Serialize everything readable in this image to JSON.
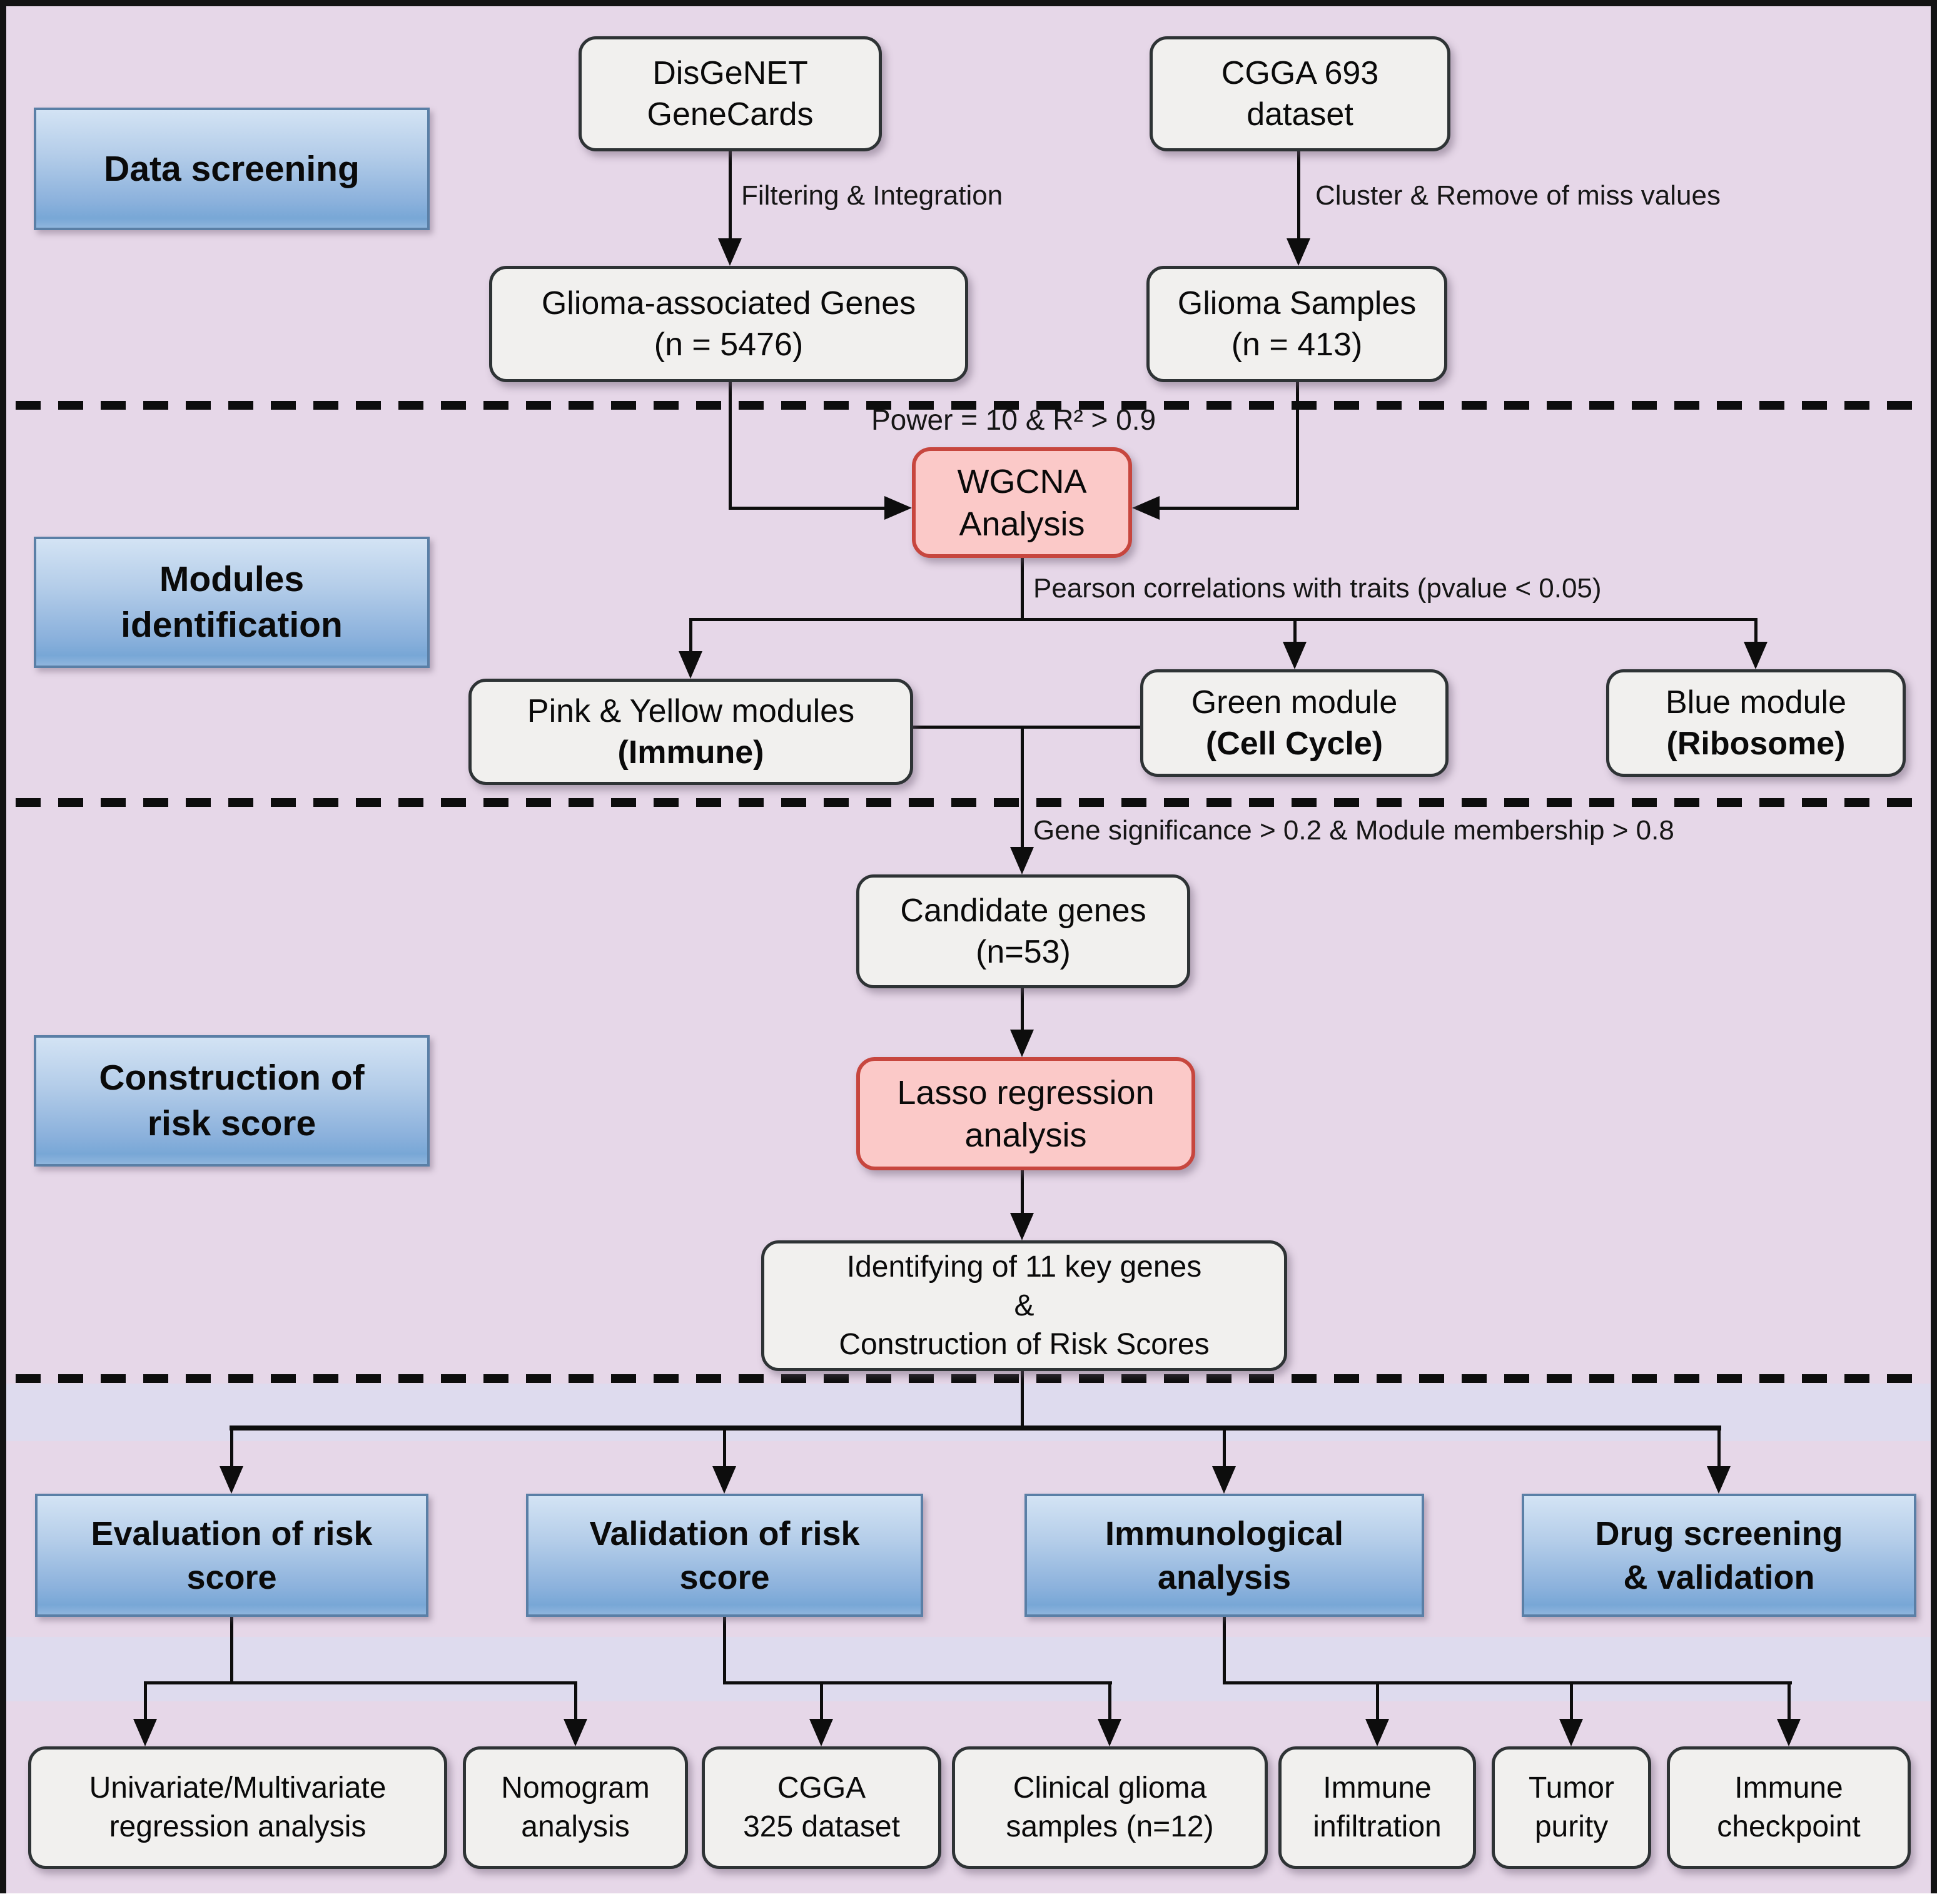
{
  "colors": {
    "background": "#e6d7e8",
    "band": "#dedbee",
    "blue_box_top": "#d3e3f4",
    "blue_box_bottom": "#78a7d6",
    "blue_box_border": "#5a7fa6",
    "gray_box_fill": "#f1f0ee",
    "gray_box_border": "#2e3335",
    "pink_box_fill": "#fbc9c8",
    "pink_box_border": "#c7463e",
    "line": "#0d0d0d"
  },
  "section_labels": {
    "data_screening": "Data screening",
    "modules_identification": "Modules\nidentification",
    "construction_risk": "Construction of\nrisk score"
  },
  "nodes": {
    "disgenet": "DisGeNET\nGeneCards",
    "cgga693": "CGGA 693\ndataset",
    "glioma_genes": "Glioma-associated Genes\n(n = 5476)",
    "glioma_samples": "Glioma Samples\n(n = 413)",
    "wgcna": "WGCNA\nAnalysis",
    "candidate": "Candidate genes\n(n=53)",
    "lasso": "Lasso regression\nanalysis",
    "key_genes": "Identifying of 11 key genes\n&\nConstruction of Risk Scores",
    "univariate": "Univariate/Multivariate\nregression analysis",
    "nomogram": "Nomogram\nanalysis",
    "cgga325": "CGGA\n325 dataset",
    "clinical": "Clinical glioma\nsamples (n=12)",
    "infiltration": "Immune\ninfiltration",
    "tumor_purity": "Tumor\npurity",
    "checkpoint": "Immune\ncheckpoint"
  },
  "modules": {
    "pink_yellow": {
      "title": "Pink & Yellow modules",
      "subtitle": "(Immune)"
    },
    "green": {
      "title": "Green module",
      "subtitle": "(Cell Cycle)"
    },
    "blue": {
      "title": "Blue module",
      "subtitle": "(Ribosome)"
    }
  },
  "headers": {
    "evaluation": "Evaluation of risk\nscore",
    "validation": "Validation of risk\nscore",
    "immunological": "Immunological\nanalysis",
    "drug": "Drug screening\n& validation"
  },
  "annotations": {
    "filtering": "Filtering & Integration",
    "cluster": "Cluster & Remove of miss values",
    "power": "Power = 10 & R² > 0.9",
    "pearson": "Pearson correlations with traits (pvalue < 0.05)",
    "gene_significance": "Gene significance > 0.2 & Module membership > 0.8"
  }
}
